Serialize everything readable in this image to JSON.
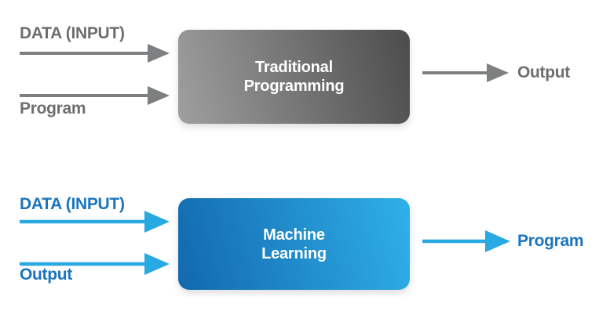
{
  "colors": {
    "background": "#ffffff",
    "gray_text": "#6d6e70",
    "gray_arrow": "#7d7f81",
    "gray_box_light": "#9f9f9f",
    "gray_box_dark": "#4c4c4c",
    "blue_text": "#1c75bc",
    "blue_arrow": "#29a9e1",
    "blue_box_light": "#2fb0e8",
    "blue_box_dark": "#1268ae",
    "box_text": "#ffffff"
  },
  "traditional": {
    "input1": "DATA (INPUT)",
    "input2": "Program",
    "box_line1": "Traditional",
    "box_line2": "Programming",
    "output": "Output"
  },
  "machine_learning": {
    "input1": "DATA (INPUT)",
    "input2": "Output",
    "box_line1": "Machine",
    "box_line2": "Learning",
    "output": "Program"
  }
}
